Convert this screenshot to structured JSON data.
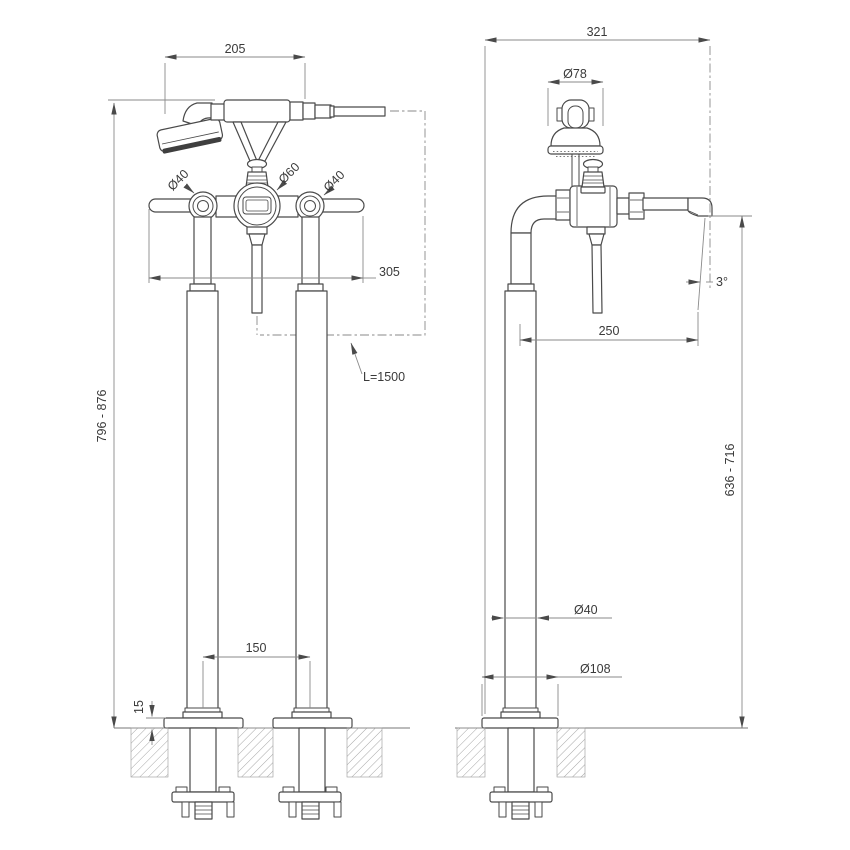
{
  "drawing": {
    "type": "technical-dimension-drawing",
    "subject": "freestanding-bath-shower-mixer",
    "background_color": "#ffffff",
    "line_color": "#4a4a4a",
    "dimension_color": "#8a8a8a"
  },
  "dims": {
    "front": {
      "top_width": "205",
      "left_handle_dia": "Ø40",
      "diverter_dia": "Ø60",
      "right_handle_dia": "Ø40",
      "handle_span": "305",
      "hose_length": "L=1500",
      "total_height": "796 - 876",
      "pipe_spacing": "150",
      "base_plate_height": "15"
    },
    "side": {
      "total_depth": "321",
      "shower_head_dia": "Ø78",
      "spout_angle": "3°",
      "spout_reach": "250",
      "spout_height": "636 - 716",
      "pipe_dia": "Ø40",
      "base_plate_dia": "Ø108"
    }
  }
}
